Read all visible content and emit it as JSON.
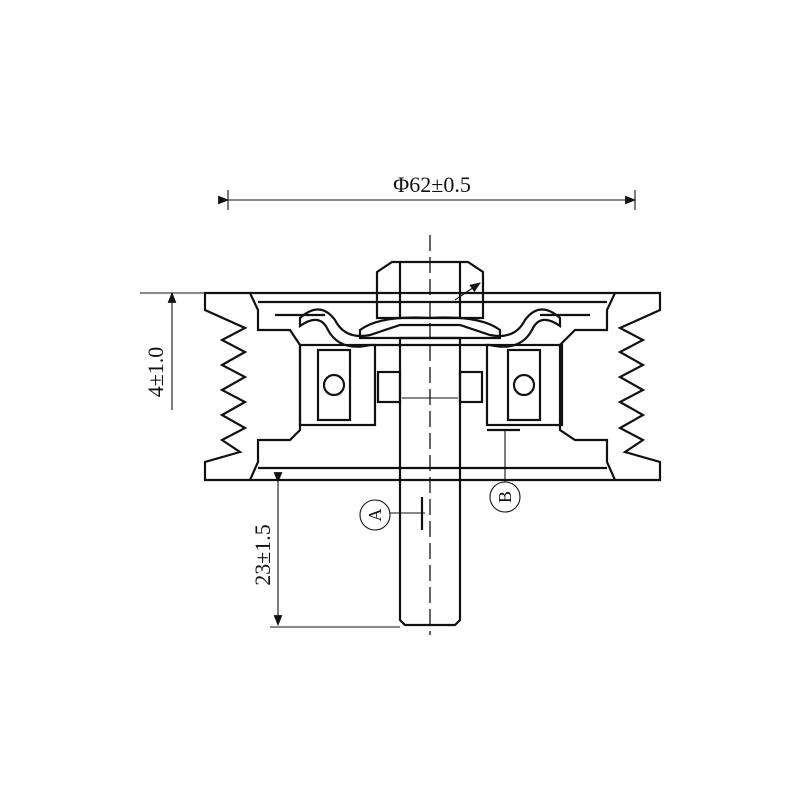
{
  "drawing": {
    "diameter_dim": "Φ62±0.5",
    "height_dim": "4±1.0",
    "shaft_dim": "23±1.5",
    "callout_a": "A",
    "callout_b": "B",
    "line_color": "#111111",
    "background": "#ffffff"
  }
}
